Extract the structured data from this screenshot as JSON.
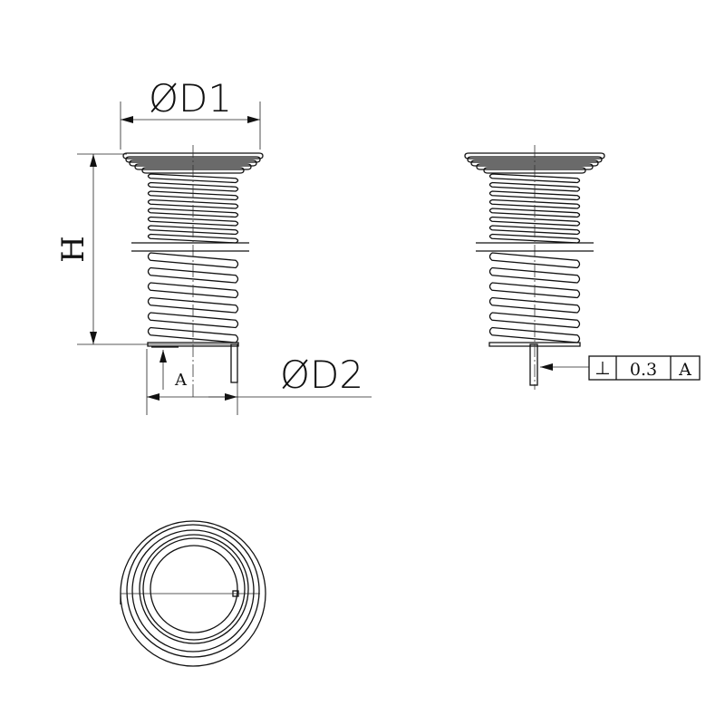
{
  "dimensions": {
    "d1_label": "ØD1",
    "h_label": "H",
    "d2_label": "ØD2",
    "datum_label": "A"
  },
  "tolerance_frame": {
    "symbol": "⊥",
    "value": "0.3",
    "datum": "A"
  },
  "colors": {
    "line": "#111111",
    "background": "#ffffff"
  }
}
